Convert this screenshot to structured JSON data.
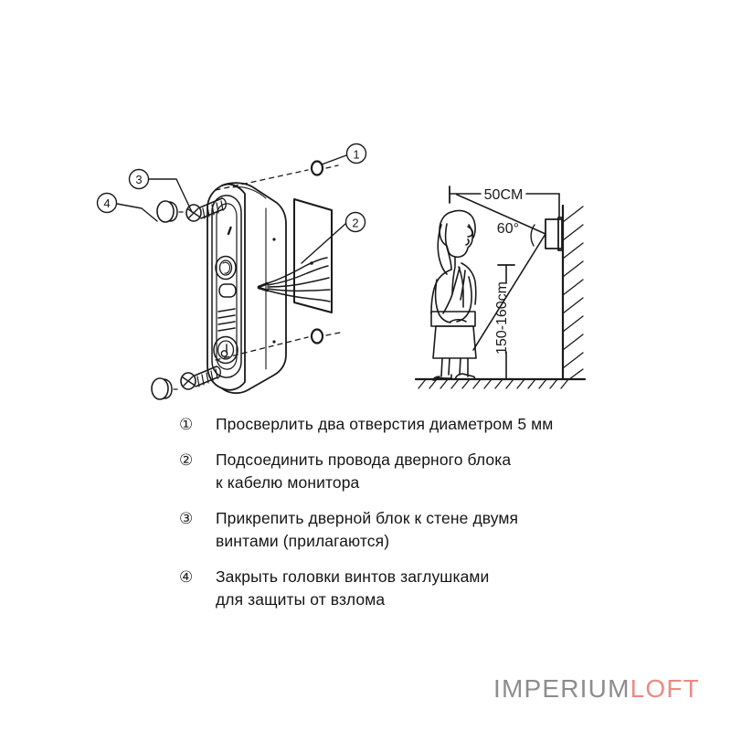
{
  "page": {
    "background": "#ffffff",
    "ink": "#1a1a1a"
  },
  "left_diagram": {
    "name": "door-station-exploded-view",
    "callouts": [
      {
        "id": "1",
        "symbol": "①",
        "points_to": "drill-hole"
      },
      {
        "id": "2",
        "symbol": "②",
        "points_to": "wall-plate-wires"
      },
      {
        "id": "3",
        "symbol": "③",
        "points_to": "mounting-screw"
      },
      {
        "id": "4",
        "symbol": "④",
        "points_to": "screw-cap"
      }
    ],
    "device_parts": [
      "led-indicator",
      "camera-lens",
      "nameplate-window",
      "speaker-grille",
      "call-button"
    ],
    "wire_count": 5
  },
  "right_diagram": {
    "name": "mounting-height-view",
    "labels": {
      "distance": "50CM",
      "angle": "60°",
      "height": "150-160cm"
    },
    "elements": [
      "person-figure",
      "wall",
      "floor",
      "door-station"
    ]
  },
  "instructions": {
    "items": [
      {
        "number": "①",
        "text": "Просверлить два отверстия диаметром 5 мм"
      },
      {
        "number": "②",
        "text": "Подсоединить провода дверного блока\nк кабелю монитора"
      },
      {
        "number": "③",
        "text": "Прикрепить дверной блок к стене двумя\nвинтами (прилагаются)"
      },
      {
        "number": "④",
        "text": "Закрыть головки винтов заглушками\nдля защиты от взлома"
      }
    ]
  },
  "logo": {
    "part_a": "IMPERIUM",
    "part_b": "LOFT",
    "color_a": "#8d8d8d",
    "color_b": "#ec8a82"
  }
}
